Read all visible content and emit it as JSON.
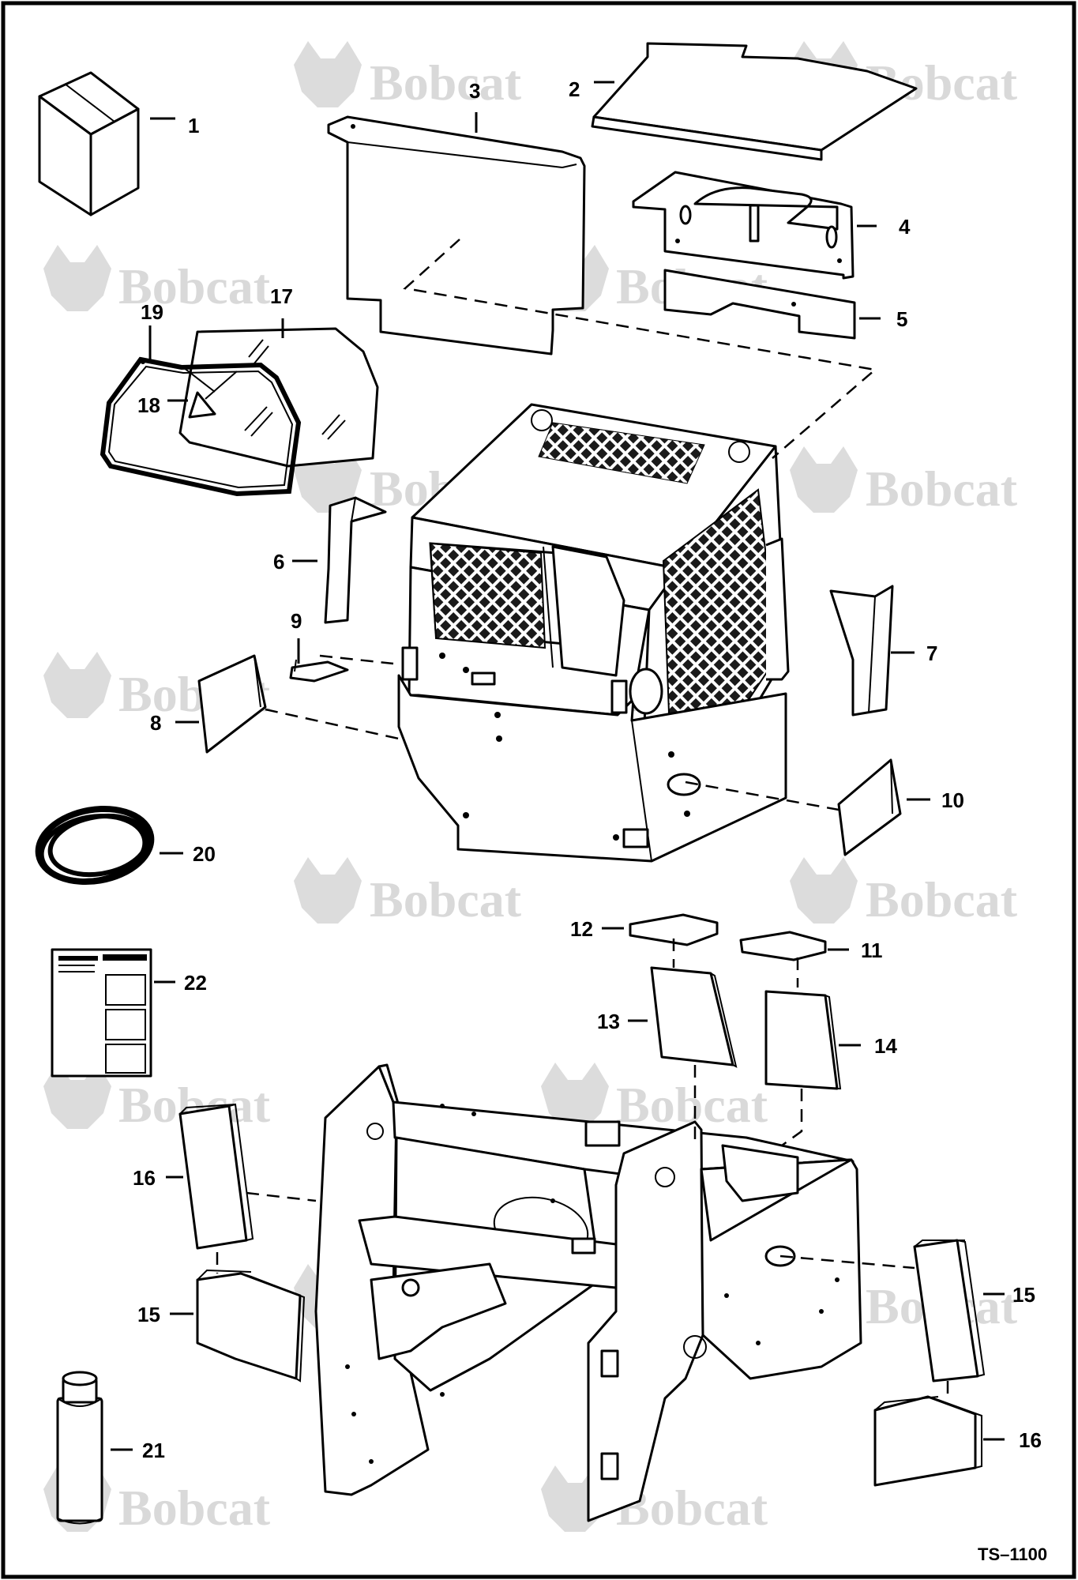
{
  "watermark": {
    "text": "Bobcat"
  },
  "figure_id": "TS–1100",
  "callouts": [
    "1",
    "2",
    "3",
    "4",
    "5",
    "6",
    "7",
    "8",
    "9",
    "10",
    "11",
    "12",
    "13",
    "14",
    "15",
    "16",
    "16",
    "15",
    "17",
    "18",
    "19",
    "20",
    "21",
    "22"
  ]
}
